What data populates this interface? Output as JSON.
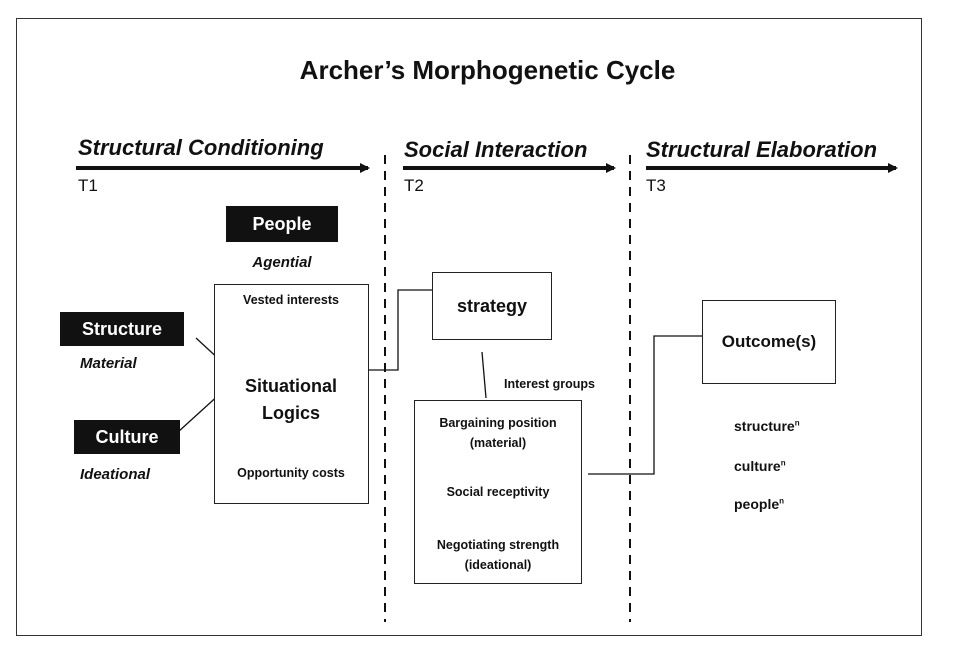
{
  "title": "Archer’s Morphogenetic Cycle",
  "phases": [
    {
      "label": "Structural Conditioning",
      "time": "T1"
    },
    {
      "label": "Social Interaction",
      "time": "T2"
    },
    {
      "label": "Structural Elaboration",
      "time": "T3"
    }
  ],
  "people": {
    "label": "People",
    "sub": "Agential"
  },
  "structure": {
    "label": "Structure",
    "sub": "Material"
  },
  "culture": {
    "label": "Culture",
    "sub": "Ideational"
  },
  "situational_box": {
    "top": "Vested interests",
    "center": "Situational\nLogics",
    "bottom": "Opportunity costs"
  },
  "strategy": "strategy",
  "interest_groups": "Interest groups",
  "bargaining_box": {
    "top": "Bargaining position\n(material)",
    "middle": "Social receptivity",
    "bottom": "Negotiating strength\n(ideational)"
  },
  "outcome": "Outcome(s)",
  "results": [
    {
      "word": "structure",
      "sup": "n"
    },
    {
      "word": "culture",
      "sup": "n"
    },
    {
      "word": "people",
      "sup": "n"
    }
  ]
}
